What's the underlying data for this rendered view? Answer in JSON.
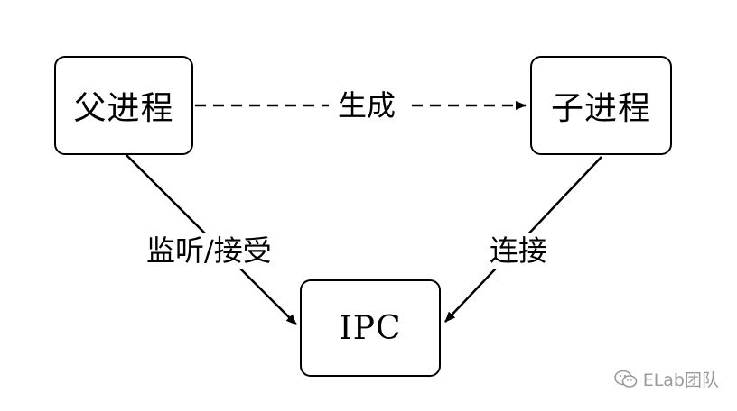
{
  "nodes": {
    "parent": "父进程",
    "child": "子进程",
    "ipc": "IPC"
  },
  "edges": {
    "spawn": "生成",
    "listen_accept": "监听/接受",
    "connect": "连接"
  },
  "watermark": {
    "icon": "wechat-icon",
    "text": "ELab团队"
  }
}
